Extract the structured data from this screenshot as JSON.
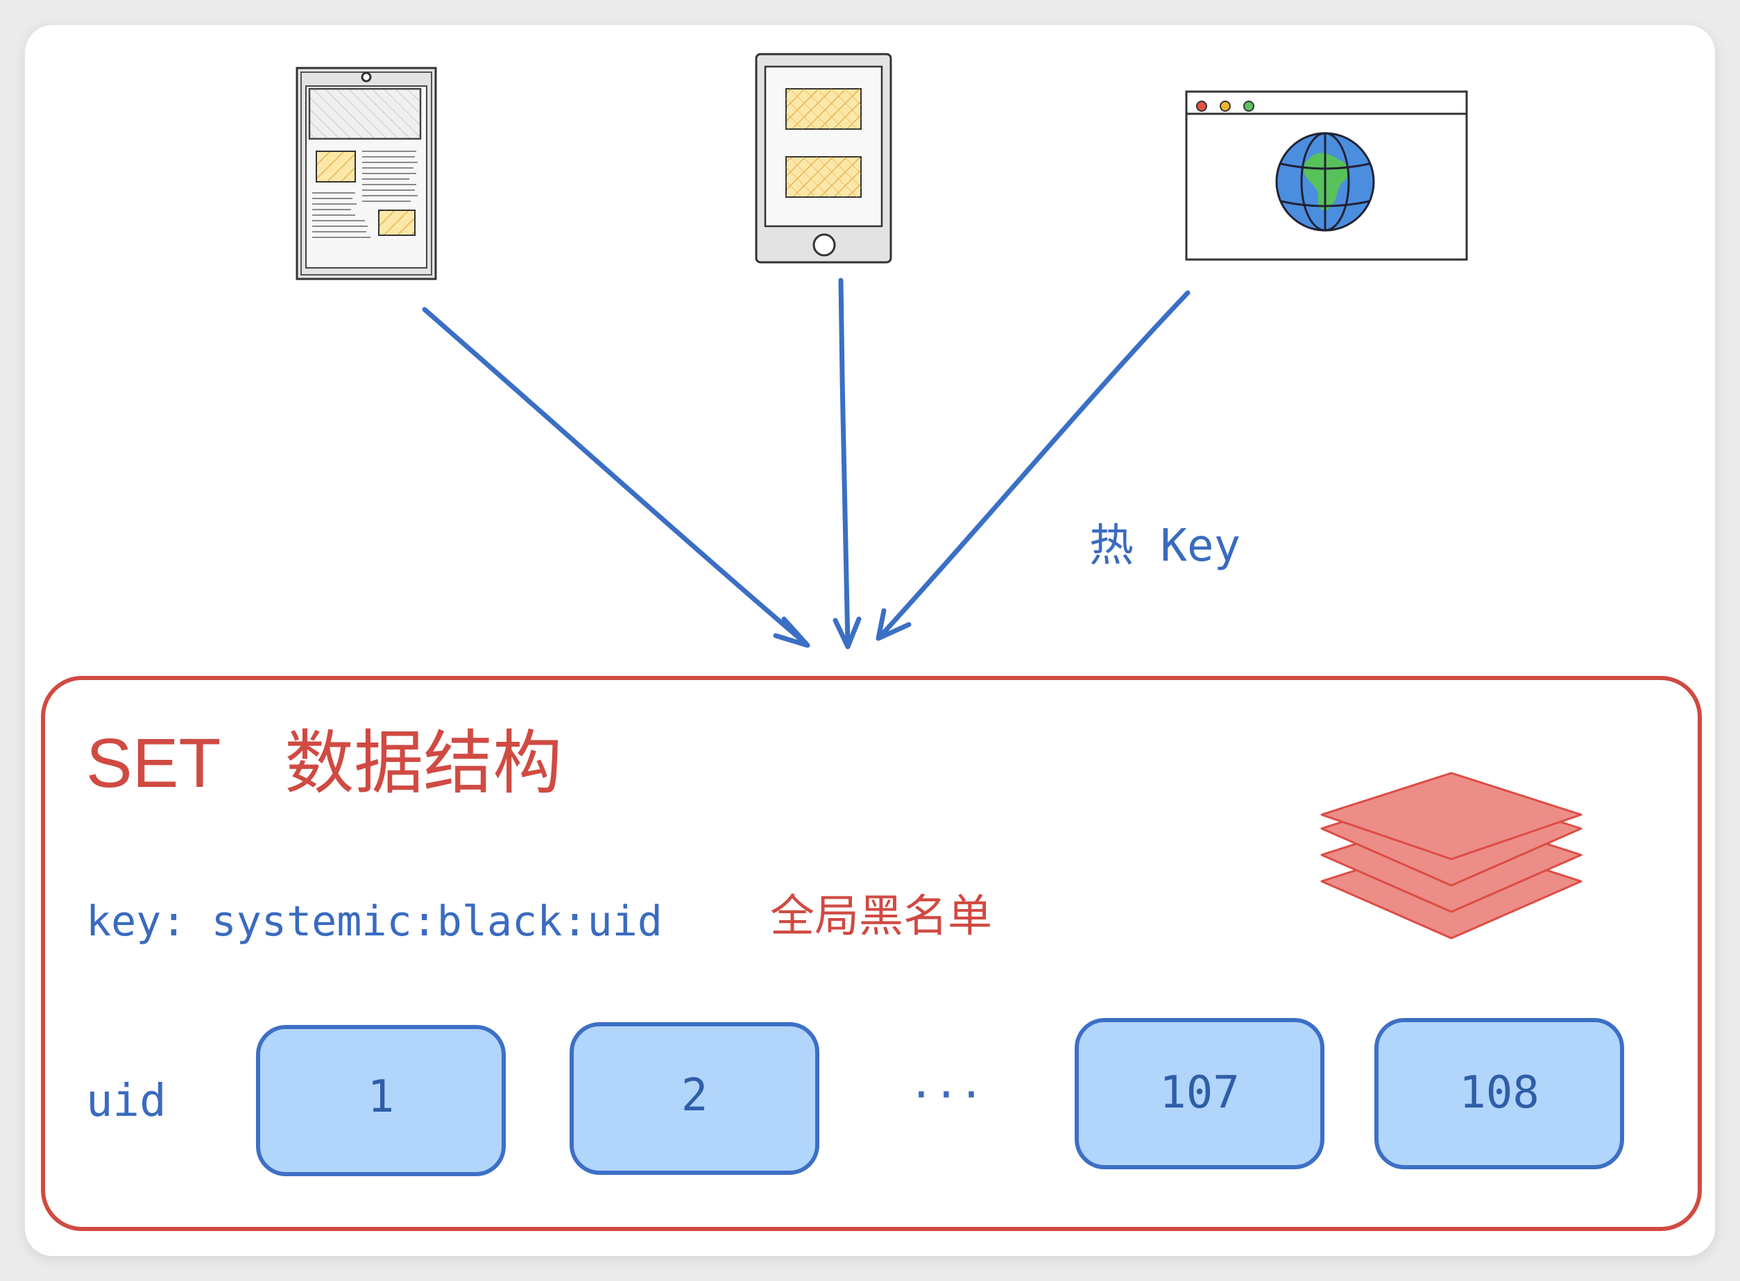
{
  "hot_key_label": "热 Key",
  "set_box": {
    "title_en": "SET",
    "title_cn": "数据结构",
    "key_text": "key: systemic:black:uid",
    "key_desc": "全局黑名单",
    "row_label": "uid",
    "ellipsis": "···",
    "cells": [
      "1",
      "2",
      "107",
      "108"
    ]
  },
  "clients": [
    "tablet-icon",
    "phone-icon",
    "browser-window-icon"
  ],
  "icons": {
    "stack": "layers-stack-icon",
    "globe": "globe-icon"
  },
  "colors": {
    "arrow_blue": "#3a6fc4",
    "text_blue": "#3a6bbf",
    "set_red": "#d04a42",
    "cell_fill": "#b1d5fb",
    "cell_stroke": "#3d6fc6",
    "stack_fill": "#ec8d88",
    "stack_stroke": "#dd4c44",
    "placeholder_fill": "#fbe8a8",
    "placeholder_stroke": "#e3ad4c",
    "globe_blue": "#4b8ee0",
    "globe_green": "#58c25a"
  }
}
